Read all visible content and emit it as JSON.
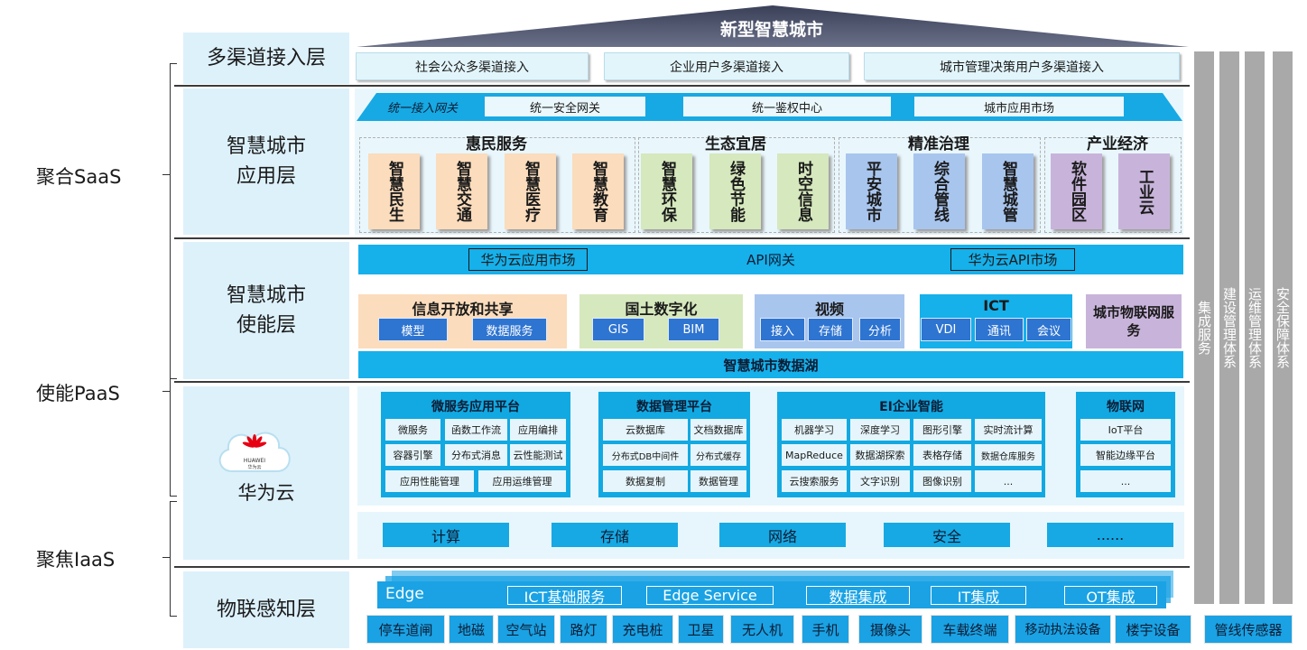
{
  "title": "新型智慧城市",
  "side_labels": {
    "saas": "聚合SaaS",
    "paas": "使能PaaS",
    "iaas": "聚焦IaaS"
  },
  "layers": {
    "access": "多渠道接入层",
    "app_line1": "智慧城市",
    "app_line2": "应用层",
    "enable_line1": "智慧城市",
    "enable_line2": "使能层",
    "cloud": "华为云",
    "iot": "物联感知层"
  },
  "channels": [
    "社会公众多渠道接入",
    "企业用户多渠道接入",
    "城市管理决策用户多渠道接入"
  ],
  "gateway": {
    "unified_access": "统一接入网关",
    "items": [
      "统一安全网关",
      "统一鉴权中心",
      "城市应用市场"
    ]
  },
  "app_groups": [
    {
      "title": "惠民服务",
      "cards": [
        "智慧民生",
        "智慧交通",
        "智慧医疗",
        "智慧教育"
      ]
    },
    {
      "title": "生态宜居",
      "cards": [
        "智慧环保",
        "绿色节能",
        "时空信息"
      ]
    },
    {
      "title": "精准治理",
      "cards": [
        "平安城市",
        "综合管线",
        "智慧城管"
      ]
    },
    {
      "title": "产业经济",
      "cards": [
        "软件园区",
        "工业云"
      ]
    }
  ],
  "enable": {
    "market": "华为云应用市场",
    "api_gateway": "API网关",
    "api_market": "华为云API市场",
    "info": {
      "title": "信息开放和共享",
      "items": [
        "模型",
        "数据服务"
      ]
    },
    "land": {
      "title": "国土数字化",
      "items": [
        "GIS",
        "BIM"
      ]
    },
    "video": {
      "title": "视频",
      "items": [
        "接入",
        "存储",
        "分析"
      ]
    },
    "ict": {
      "title": "ICT",
      "items": [
        "VDI",
        "通讯",
        "会议"
      ]
    },
    "iot_service": "城市物联网服务",
    "datalake": "智慧城市数据湖"
  },
  "cloud": {
    "logo_brand": "HUAWEI",
    "logo_sub": "华为云",
    "micro": {
      "title": "微服务应用平台",
      "items": [
        "微服务",
        "函数工作流",
        "应用编排",
        "容器引擎",
        "分布式消息",
        "云性能测试",
        "应用性能管理",
        "应用运维管理"
      ]
    },
    "data": {
      "title": "数据管理平台",
      "items": [
        "云数据库",
        "文档数据库",
        "分布式DB中间件",
        "分布式缓存",
        "数据复制",
        "数据管理"
      ]
    },
    "ei": {
      "title": "EI企业智能",
      "items": [
        "机器学习",
        "深度学习",
        "图形引擎",
        "实时流计算",
        "MapReduce",
        "数据湖探索",
        "表格存储",
        "数据仓库服务",
        "云搜索服务",
        "文字识别",
        "图像识别",
        "..."
      ]
    },
    "iot": {
      "title": "物联网",
      "items": [
        "IoT平台",
        "智能边缘平台",
        "..."
      ]
    },
    "iaas": [
      "计算",
      "存储",
      "网络",
      "安全",
      "......"
    ]
  },
  "edge": [
    "Edge",
    "ICT基础服务",
    "Edge Service",
    "数据集成",
    "IT集成",
    "OT集成"
  ],
  "devices": [
    "停车道闸",
    "地磁",
    "空气站",
    "路灯",
    "充电桩",
    "卫星",
    "无人机",
    "手机",
    "摄像头",
    "车载终端",
    "移动执法设备",
    "楼宇设备",
    "管线传感器"
  ],
  "right_bars": [
    "集成服务",
    "建设管理体系",
    "运维管理体系",
    "安全保障体系"
  ],
  "colors": {
    "cyan": "#16b0ea",
    "deep_blue": "#2e74d1",
    "light_panel": "#e6f6fc",
    "gray_bar": "#a9a9a9",
    "title_bar": "#4a5066"
  }
}
